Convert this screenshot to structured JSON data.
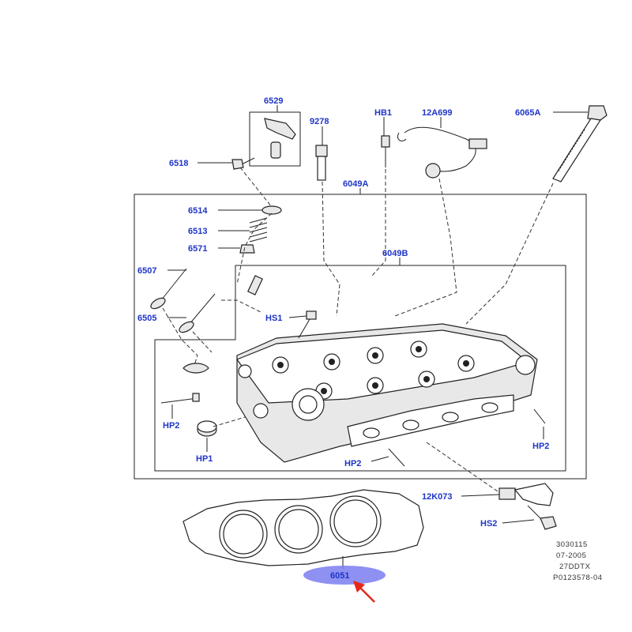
{
  "labels": {
    "6529": "6529",
    "9278": "9278",
    "HB1": "HB1",
    "12A699": "12A699",
    "6065A": "6065A",
    "6518": "6518",
    "6049A": "6049A",
    "6514": "6514",
    "6513": "6513",
    "6571": "6571",
    "6049B": "6049B",
    "6507": "6507",
    "6505": "6505",
    "HS1": "HS1",
    "HP2_left": "HP2",
    "HP1": "HP1",
    "HP2_mid": "HP2",
    "HP2_right": "HP2",
    "12K073": "12K073",
    "HS2": "HS2",
    "6051": "6051"
  },
  "reference": {
    "line1": "3030115",
    "line2": "07-2005",
    "line3": "27DDTX",
    "line4": "P0123578-04"
  },
  "colors": {
    "label_text": "#1f35c8",
    "highlight_ellipse": "#7a7df0",
    "arrow": "#e8261c"
  }
}
